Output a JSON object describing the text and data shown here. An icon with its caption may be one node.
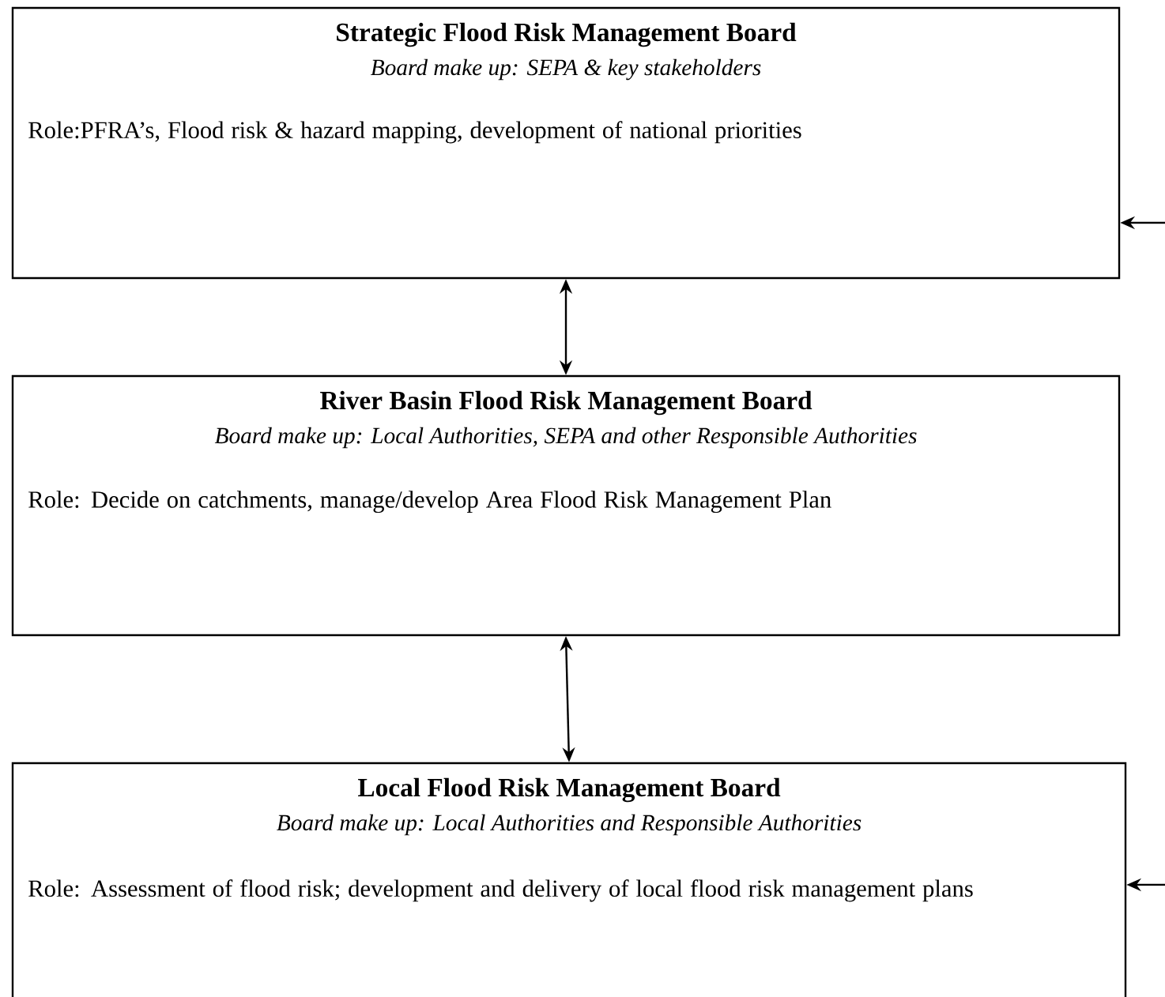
{
  "diagram": {
    "nodes": [
      {
        "text": [
          "Strategic Flood Risk Management Board",
          "Board make up: SEPA & key stakeholders",
          "Role:PFRA’s, Flood risk & hazard mapping, development of national priorities"
        ]
      },
      {
        "text": [
          "River Basin Flood Risk Management Board",
          "Board make up: Local Authorities, SEPA and other Responsible Authorities",
          "Role: Decide on catchments, manage/develop Area Flood Risk Management Plan"
        ]
      },
      {
        "text": [
          "Local Flood Risk Management Board",
          "Board make up: Local Authorities and Responsible Authorities",
          "Role: Assessment of flood risk; development and delivery of local flood risk management plans"
        ]
      }
    ],
    "edges": [
      {
        "from": 0,
        "to": 1,
        "arrow": "both"
      },
      {
        "from": 1,
        "to": 2,
        "arrow": "both"
      },
      {
        "from": null,
        "to": 0,
        "arrow": "to"
      },
      {
        "from": null,
        "to": 2,
        "arrow": "to"
      }
    ]
  }
}
